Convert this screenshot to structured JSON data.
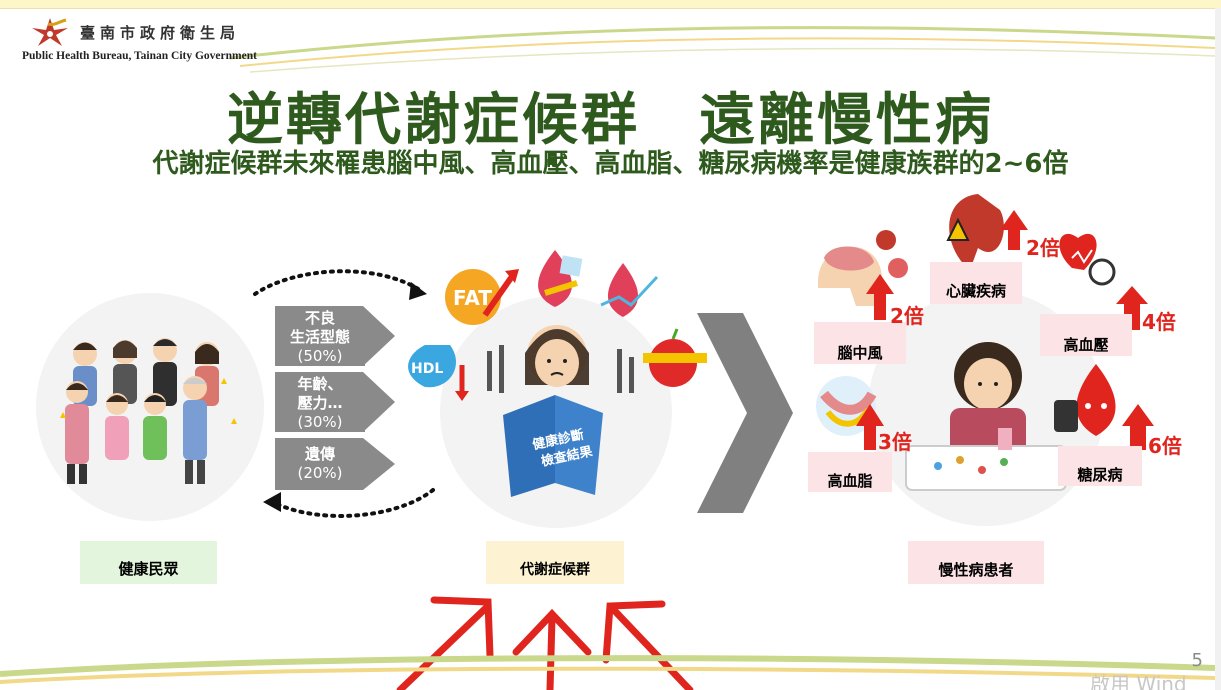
{
  "header": {
    "org_name_zh": "臺南市政府衛生局",
    "org_name_en": "Public Health Bureau, Tainan City Government"
  },
  "slide": {
    "title": "逆轉代謝症候群　遠離慢性病",
    "subtitle": "代謝症候群未來罹患腦中風、高血壓、高血脂、糖尿病機率是健康族群的2~6倍",
    "factors": [
      {
        "line1": "不良",
        "line2": "生活型態",
        "line3": "(50%)"
      },
      {
        "line1": "年齡、",
        "line2": "壓力…",
        "line3": "(30%)"
      },
      {
        "line1": "遺傳",
        "line2": "(20%)"
      }
    ],
    "icons": {
      "fat": "FAT",
      "hdl": "HDL",
      "book": "健康診斷檢查結果"
    },
    "groups": {
      "healthy": "健康民眾",
      "metabolic": "代謝症候群",
      "chronic": "慢性病患者"
    },
    "diseases": {
      "heart": {
        "label": "心臟疾病",
        "times": "2倍"
      },
      "stroke": {
        "label": "腦中風",
        "times": "2倍"
      },
      "hypertension": {
        "label": "高血壓",
        "times": "4倍"
      },
      "hyperlipidemia": {
        "label": "高血脂",
        "times": "3倍"
      },
      "diabetes": {
        "label": "糖尿病",
        "times": "6倍"
      }
    },
    "page_number": "5",
    "watermark": "啟用 Wind"
  },
  "colors": {
    "title_green": "#2f5a1e",
    "accent_red": "#e0251e",
    "grey_panel": "#8a8a8a"
  }
}
